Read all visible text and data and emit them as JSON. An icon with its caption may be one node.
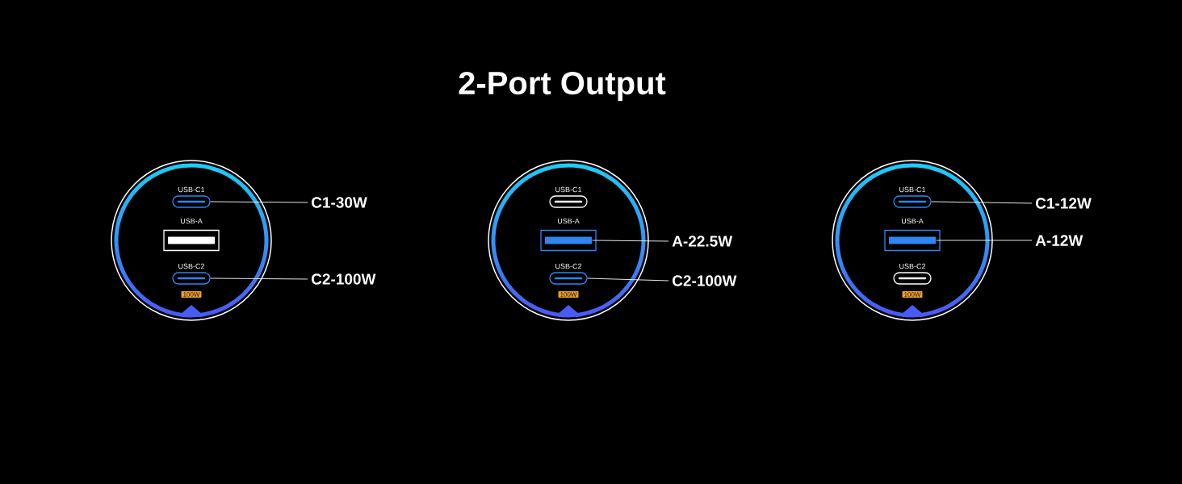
{
  "diagram": {
    "title": "2-Port Output",
    "nodes": [
      {
        "text": [],
        "shape": "circle"
      },
      {
        "text": [
          "USB-C1"
        ],
        "in": 0
      },
      {
        "text": [
          "USB-A"
        ],
        "in": 0
      },
      {
        "text": [
          "USB-C2"
        ],
        "in": 0
      },
      {
        "text": [
          "100W"
        ],
        "in": 0
      },
      {
        "text": [
          "C1-30W"
        ]
      },
      {
        "text": [
          "C2-100W"
        ]
      },
      {
        "text": [],
        "shape": "circle"
      },
      {
        "text": [
          "USB-C1"
        ],
        "in": 7
      },
      {
        "text": [
          "USB-A"
        ],
        "in": 7
      },
      {
        "text": [
          "USB-C2"
        ],
        "in": 7
      },
      {
        "text": [
          "100W"
        ],
        "in": 7
      },
      {
        "text": [
          "A-22.5W"
        ]
      },
      {
        "text": [
          "C2-100W"
        ]
      },
      {
        "text": [],
        "shape": "circle"
      },
      {
        "text": [
          "USB-C1"
        ],
        "in": 14
      },
      {
        "text": [
          "USB-A"
        ],
        "in": 14
      },
      {
        "text": [
          "USB-C2"
        ],
        "in": 14
      },
      {
        "text": [
          "100W"
        ],
        "in": 14
      },
      {
        "text": [
          "C1-12W"
        ]
      },
      {
        "text": [
          "A-12W"
        ]
      }
    ],
    "edges": [
      {
        "from": 1,
        "to": 5,
        "arrow": "none"
      },
      {
        "from": 3,
        "to": 6,
        "arrow": "none"
      },
      {
        "from": 9,
        "to": 12,
        "arrow": "none"
      },
      {
        "from": 10,
        "to": 13,
        "arrow": "none"
      },
      {
        "from": 15,
        "to": 19,
        "arrow": "none"
      },
      {
        "from": 16,
        "to": 20,
        "arrow": "none"
      }
    ]
  }
}
